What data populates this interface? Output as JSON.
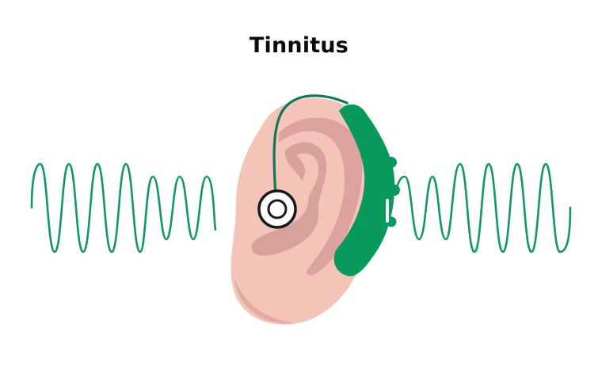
{
  "title": "Tinnitus",
  "colors": {
    "background": "#ffffff",
    "title_text": "#0d0d0d",
    "wave_green": "#0f9a5e",
    "device_green": "#079a5c",
    "tube_green": "#0b7a58",
    "ear_skin": "#f4c4b8",
    "ear_shadow": "#d9a19c",
    "speaker_ring": "#1a1a1a",
    "speaker_fill": "#ffffff"
  },
  "illustration": {
    "subject": "ear with behind-the-ear hearing aid",
    "left_wave": {
      "cycles": 7,
      "large_amplitude_cycles": 4,
      "small_amplitude_cycles": 3
    },
    "right_wave": {
      "cycles": 6,
      "small_amplitude_cycles": 2,
      "large_amplitude_cycles": 4
    }
  }
}
